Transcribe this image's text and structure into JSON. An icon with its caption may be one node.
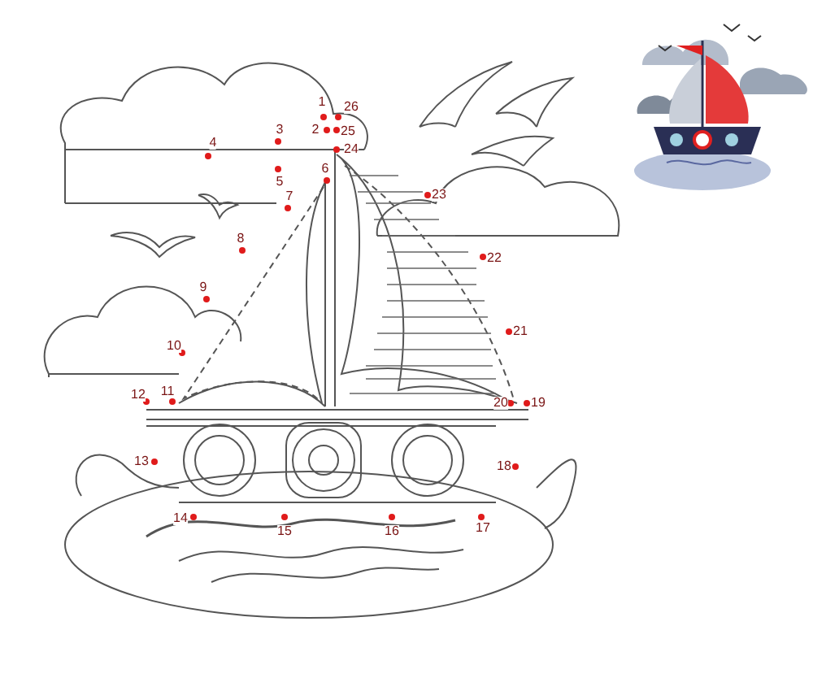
{
  "diagram": {
    "labels": [
      "1",
      "26",
      "3",
      "2",
      "25",
      "4",
      "24",
      "5",
      "6",
      "7",
      "23",
      "8",
      "22",
      "9",
      "21",
      "10",
      "12",
      "11",
      "20",
      "19",
      "13",
      "18",
      "14",
      "15",
      "16",
      "17"
    ]
  }
}
